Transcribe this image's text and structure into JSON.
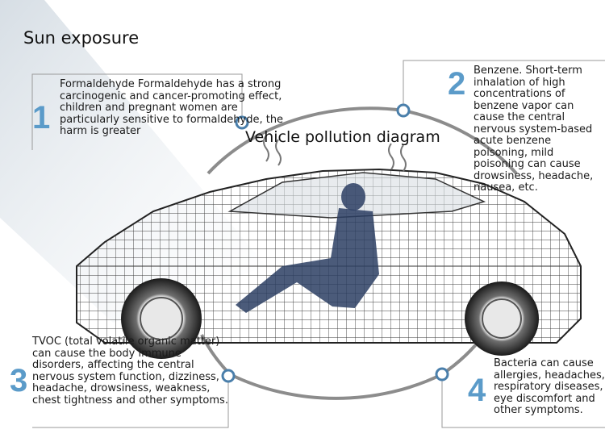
{
  "heading": "Sun exposure",
  "diagram_title": "Vehicle pollution diagram",
  "colors": {
    "accent": "#5b9bc9",
    "ring": "#8c8c8c",
    "node": "#4a7fab"
  },
  "callouts": [
    {
      "number": "1",
      "text": "Formaldehyde Formaldehyde has a strong carcinogenic and cancer-promoting effect, children and pregnant women are particularly sensitive to formaldehyde, the harm is greater"
    },
    {
      "number": "2",
      "text": "Benzene. Short-term inhalation of high concentrations of benzene vapor can cause the central nervous system-based acute benzene poisoning, mild poisoning can cause drowsiness, headache, nausea, etc."
    },
    {
      "number": "3",
      "text": "TVOC (total volatile organic matter) can cause the body immune disorders, affecting the central nervous system function, dizziness, headache, drowsiness, weakness, chest tightness and other symptoms."
    },
    {
      "number": "4",
      "text": "Bacteria can cause allergies, headaches, respiratory diseases, eye discomfort and other symptoms."
    }
  ]
}
